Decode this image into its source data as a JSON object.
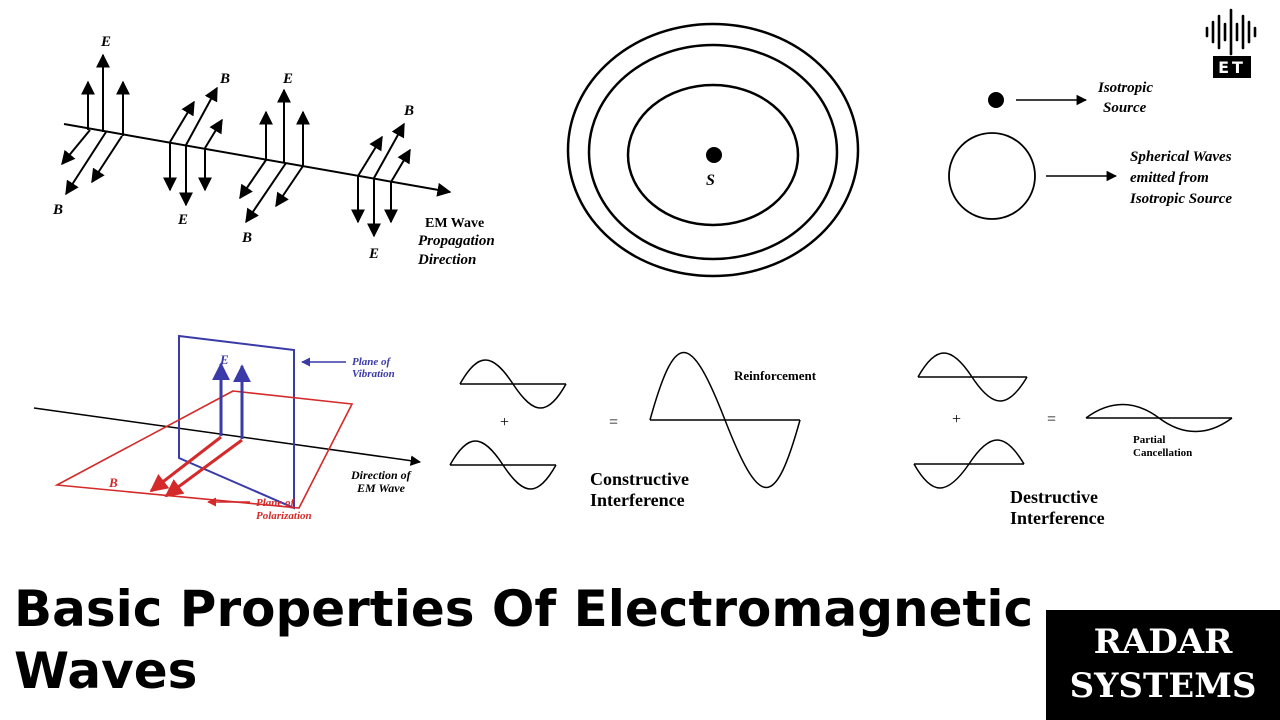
{
  "title": "Basic Properties Of Electromagnetic Waves",
  "badge": {
    "line1": "RADAR",
    "line2": "SYSTEMS"
  },
  "logo_text": "ET",
  "em_wave": {
    "e_label": "E",
    "b_label": "B",
    "caption_line1": "EM Wave",
    "caption_line2": "Propagation",
    "caption_line3": "Direction"
  },
  "concentric": {
    "source_label": "S"
  },
  "isotropic": {
    "source_line1": "Isotropic",
    "source_line2": "Source",
    "waves_line1": "Spherical Waves",
    "waves_line2": "emitted from",
    "waves_line3": "Isotropic Source"
  },
  "polarization": {
    "e_label": "E",
    "b_label": "B",
    "vibration_line1": "Plane of",
    "vibration_line2": "Vibration",
    "polarization_line1": "Plane of",
    "polarization_line2": "Polarization",
    "direction_line1": "Direction of",
    "direction_line2": "EM Wave",
    "color_vibration": "#3a3aa8",
    "color_polarization": "#d42a2a"
  },
  "constructive": {
    "plus": "+",
    "equals": "=",
    "result_label": "Reinforcement",
    "caption_line1": "Constructive",
    "caption_line2": "Interference"
  },
  "destructive": {
    "plus": "+",
    "equals": "=",
    "result_line1": "Partial",
    "result_line2": "Cancellation",
    "caption_line1": "Destructive",
    "caption_line2": "Interference"
  }
}
